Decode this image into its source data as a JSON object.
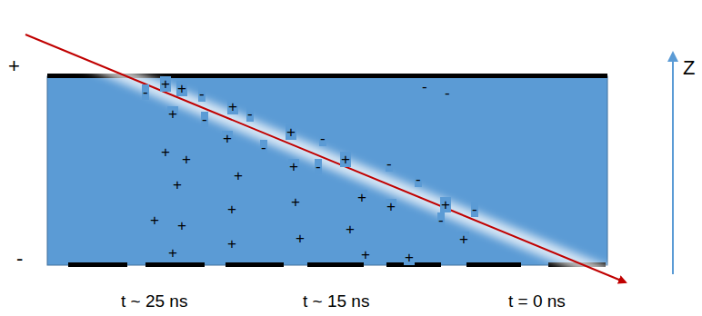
{
  "diagram": {
    "labels": [
      "+",
      "-",
      "Z",
      "t ~ 25 ns",
      "t ~ 15 ns",
      "t = 0 ns",
      "-",
      "+",
      "+",
      "-",
      "-",
      "-",
      "+",
      "-",
      "+",
      "-",
      "+",
      "+",
      "-",
      "-",
      "+",
      "+",
      "+",
      "-",
      "+",
      "-",
      "+",
      "-",
      "+",
      "+",
      "+",
      "+",
      "-",
      "+",
      "+",
      "+",
      "+",
      "+",
      "+",
      "-",
      "+",
      "+",
      "+",
      "+",
      "+"
    ]
  }
}
